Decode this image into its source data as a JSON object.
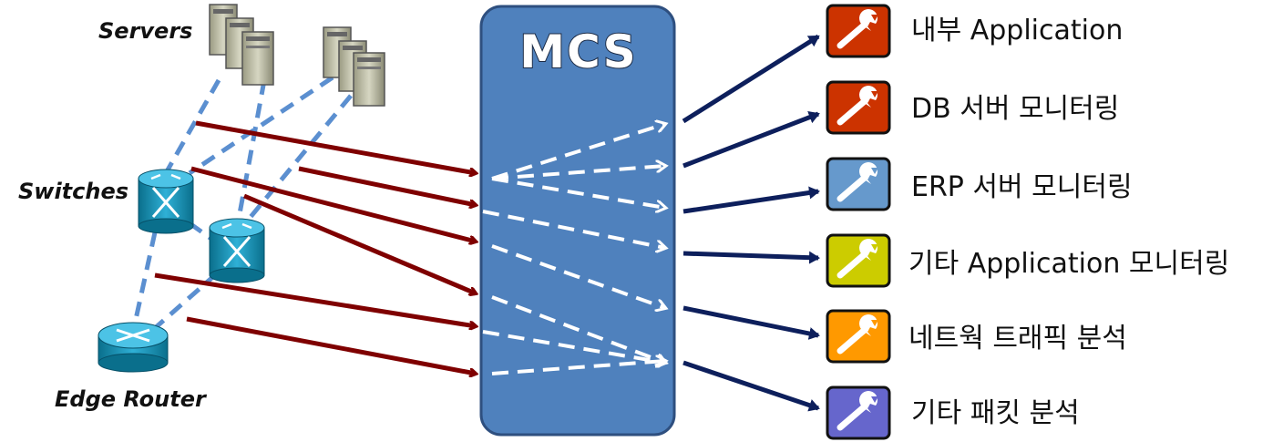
{
  "labels": {
    "servers": "Servers",
    "switches": "Switches",
    "edge_router": "Edge Router",
    "mcs": "MCS"
  },
  "outputs": [
    {
      "label": "내부 Application",
      "color": "#cc3300",
      "icon": "wrench-icon"
    },
    {
      "label": "DB  서버 모니터링",
      "color": "#cc3300",
      "icon": "wrench-icon"
    },
    {
      "label": "ERP 서버 모니터링",
      "color": "#6699cc",
      "icon": "wrench-icon"
    },
    {
      "label": "기타 Application 모니터링",
      "color": "#cccc00",
      "icon": "wrench-icon"
    },
    {
      "label": "네트웍 트래픽 분석",
      "color": "#ff9900",
      "icon": "wrench-icon"
    },
    {
      "label": "기타 패킷 분석",
      "color": "#6666cc",
      "icon": "wrench-icon"
    }
  ],
  "colors": {
    "mcs_fill": "#4f81bd",
    "input_arrow": "#7f0000",
    "output_arrow": "#0d1f5c",
    "link_dash": "#5b8fd0"
  },
  "icons": {
    "server": "server-icon",
    "switch": "switch-icon",
    "router": "router-icon"
  }
}
